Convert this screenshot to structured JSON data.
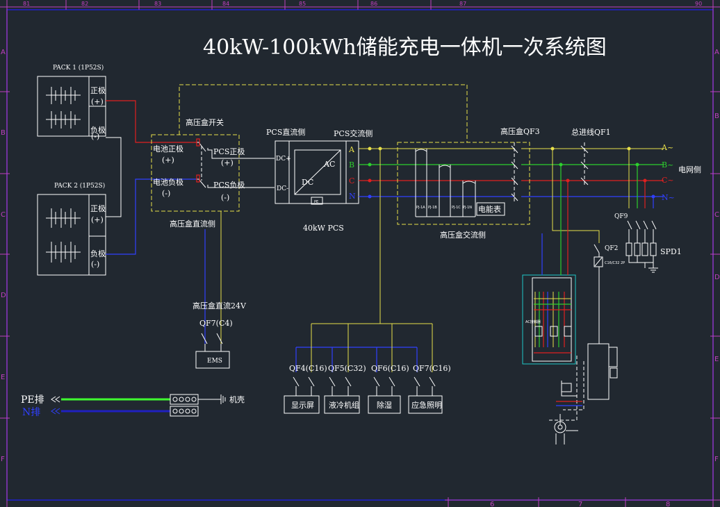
{
  "title": "40kW-100kWh储能充电一体机一次系统图",
  "ruler_top": [
    "81",
    "82",
    "83",
    "84",
    "85",
    "86",
    "87",
    "90"
  ],
  "ruler_left": [
    "A",
    "B",
    "C",
    "D",
    "E",
    "F"
  ],
  "ruler_right": [
    "A",
    "B",
    "C",
    "D",
    "E",
    "F"
  ],
  "ruler_bottom": [
    "6",
    "7",
    "8"
  ],
  "packs": [
    {
      "name": "PACK 1 (1P52S)",
      "pos": "正极",
      "pos_sign": "(+)",
      "neg": "负极",
      "neg_sign": "(-)"
    },
    {
      "name": "PACK 2 (1P52S)",
      "pos": "正极",
      "pos_sign": "(+)",
      "neg": "负极",
      "neg_sign": "(-)"
    }
  ],
  "hv_box": {
    "switch_label": "高压盒开关",
    "batt_pos": "电池正极",
    "batt_pos_sign": "(+)",
    "batt_neg": "电池负极",
    "batt_neg_sign": "(-)",
    "pcs_pos": "PCS正极",
    "pcs_pos_sign": "(+)",
    "pcs_neg": "PCS负极",
    "pcs_neg_sign": "(-)",
    "dc_side": "高压盒直流侧"
  },
  "pcs": {
    "dc_label": "PCS直流侧",
    "ac_label": "PCS交流侧",
    "dcp": "DC+",
    "dcn": "DC-",
    "ac": "AC",
    "dc": "DC",
    "pe": "PE",
    "name": "40kW PCS",
    "phases": [
      "A",
      "B",
      "C",
      "N"
    ]
  },
  "ac_box": {
    "qf3": "高压盒QF3",
    "label": "高压盒交流侧",
    "meter": "电能表",
    "ct_labels": [
      "PJ-1A",
      "PJ-1B",
      "PJ-1C",
      "PJ-1N"
    ]
  },
  "main": {
    "qf1": "总进线QF1",
    "grid": "电网侧",
    "phases": [
      "A~",
      "B~",
      "C~",
      "N~"
    ],
    "qf9": "QF9",
    "spd": "SPD1",
    "qf2": "QF2",
    "qf2_note": "C16/C32 2P",
    "contactor_note": "AC接触器"
  },
  "dc24": {
    "label": "高压盒直流24V",
    "qf": "QF7(C4)",
    "ems": "EMS"
  },
  "loads": [
    {
      "qf": "QF4(C16)",
      "name": "显示屏"
    },
    {
      "qf": "QF5(C32)",
      "name": "液冷机组"
    },
    {
      "qf": "QF6(C16)",
      "name": "除湿"
    },
    {
      "qf": "QF7(C16)",
      "name": "应急照明"
    }
  ],
  "earth": {
    "pe": "PE排",
    "n": "N排",
    "case": "机壳"
  },
  "colors": {
    "phaseA": "#e8e04a",
    "phaseB": "#2ed02e",
    "phaseC": "#e02020",
    "neutral": "#3040ff",
    "frame": "#2020d0",
    "ruler": "#c040c0"
  }
}
